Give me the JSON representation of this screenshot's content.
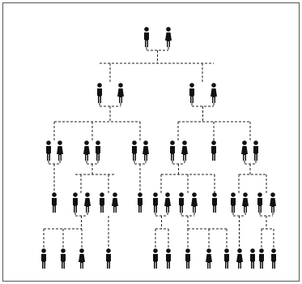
{
  "diagram": {
    "icons": {
      "male": "man-icon",
      "female": "woman-icon"
    },
    "colors": {
      "figure": "#111111",
      "connector": "#222222",
      "frame": "#555555",
      "background": "#ffffff"
    },
    "generations": [
      {
        "level": 1,
        "people": [
          {
            "id": "g1-founder-male",
            "sex": "male"
          },
          {
            "id": "g1-founder-female",
            "sex": "female"
          }
        ]
      },
      {
        "level": 2,
        "people": [
          {
            "id": "g2-left-husband",
            "sex": "male"
          },
          {
            "id": "g2-left-wife",
            "sex": "female"
          },
          {
            "id": "g2-right-husband",
            "sex": "male"
          },
          {
            "id": "g2-right-wife",
            "sex": "female"
          }
        ]
      },
      {
        "level": 3,
        "people": [
          {
            "id": "g3-a-husband",
            "sex": "male"
          },
          {
            "id": "g3-a-wife",
            "sex": "female"
          },
          {
            "id": "g3-b-wife",
            "sex": "female"
          },
          {
            "id": "g3-b-husband",
            "sex": "male"
          },
          {
            "id": "g3-c-husband",
            "sex": "male"
          },
          {
            "id": "g3-c-wife",
            "sex": "female"
          },
          {
            "id": "g3-d-husband",
            "sex": "male"
          },
          {
            "id": "g3-d-wife",
            "sex": "female"
          },
          {
            "id": "g3-e-single",
            "sex": "male"
          },
          {
            "id": "g3-f-wife",
            "sex": "female"
          },
          {
            "id": "g3-f-husband",
            "sex": "male"
          }
        ]
      },
      {
        "level": 4,
        "people": [
          {
            "id": "g4-a-single",
            "sex": "male"
          },
          {
            "id": "g4-b-husband",
            "sex": "male"
          },
          {
            "id": "g4-b-wife",
            "sex": "female"
          },
          {
            "id": "g4-c-husband",
            "sex": "male"
          },
          {
            "id": "g4-c-wife",
            "sex": "female"
          },
          {
            "id": "g4-d-single",
            "sex": "male"
          },
          {
            "id": "g4-e-husband",
            "sex": "male"
          },
          {
            "id": "g4-e-wife",
            "sex": "female"
          },
          {
            "id": "g4-f-husband",
            "sex": "male"
          },
          {
            "id": "g4-f-wife",
            "sex": "female"
          },
          {
            "id": "g4-g-single",
            "sex": "male"
          },
          {
            "id": "g4-h-husband",
            "sex": "male"
          },
          {
            "id": "g4-h-wife",
            "sex": "female"
          },
          {
            "id": "g4-i-husband",
            "sex": "male"
          },
          {
            "id": "g4-i-wife",
            "sex": "female"
          }
        ]
      },
      {
        "level": 5,
        "people": [
          {
            "id": "g5-1",
            "sex": "male"
          },
          {
            "id": "g5-2",
            "sex": "male"
          },
          {
            "id": "g5-3",
            "sex": "female"
          },
          {
            "id": "g5-4",
            "sex": "male"
          },
          {
            "id": "g5-5",
            "sex": "male"
          },
          {
            "id": "g5-6",
            "sex": "male"
          },
          {
            "id": "g5-7",
            "sex": "male"
          },
          {
            "id": "g5-8",
            "sex": "female"
          },
          {
            "id": "g5-9",
            "sex": "male"
          },
          {
            "id": "g5-10",
            "sex": "female"
          },
          {
            "id": "g5-11",
            "sex": "male"
          },
          {
            "id": "g5-12",
            "sex": "male"
          },
          {
            "id": "g5-13",
            "sex": "male"
          }
        ]
      }
    ]
  }
}
